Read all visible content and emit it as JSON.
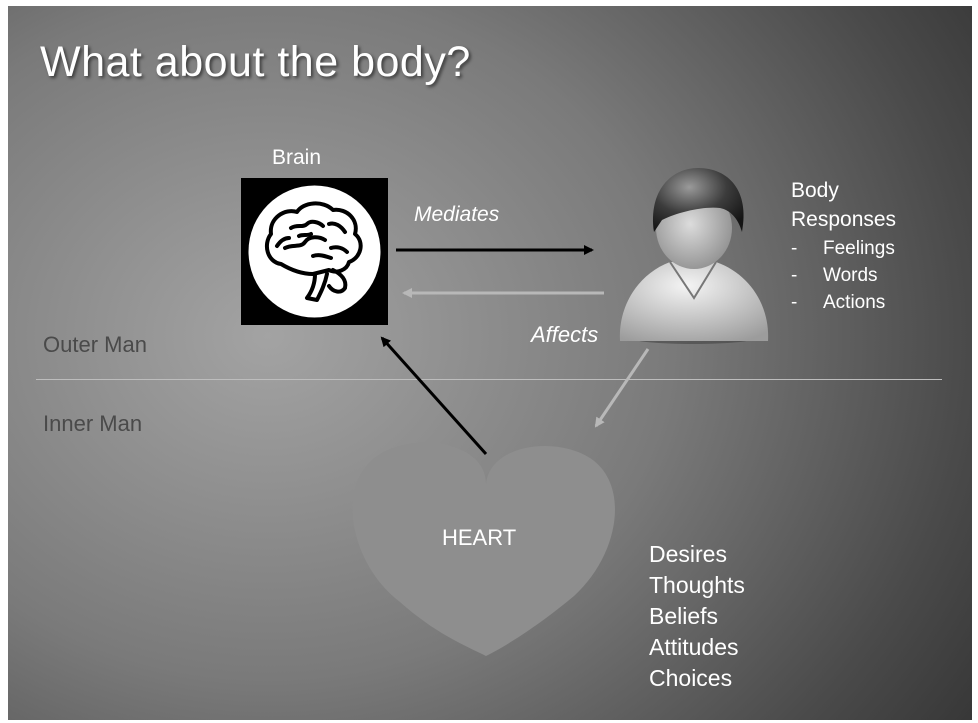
{
  "slide": {
    "title": "What about the body?",
    "brain_label": "Brain",
    "mediates_label": "Mediates",
    "affects_label": "Affects",
    "outer_man_label": "Outer Man",
    "inner_man_label": "Inner Man",
    "body_responses": {
      "title_line1": "Body",
      "title_line2": "Responses",
      "items": [
        {
          "bullet": "-",
          "label": "Feelings"
        },
        {
          "bullet": "-",
          "label": "Words"
        },
        {
          "bullet": "-",
          "label": "Actions"
        }
      ]
    },
    "heart_label": "HEART",
    "heart_items": [
      "Desires",
      "Thoughts",
      "Beliefs",
      "Attitudes",
      "Choices"
    ]
  },
  "colors": {
    "heart_fill": "#8e8e8e",
    "mediates_arrow": "#000000",
    "affects_arrow": "#b8b8b8",
    "heart_to_brain_arrow": "#000000",
    "body_to_heart_arrow": "#b8b8b8"
  },
  "icons": {
    "brain": "brain-icon",
    "person": "person-icon",
    "heart": "heart-shape"
  }
}
